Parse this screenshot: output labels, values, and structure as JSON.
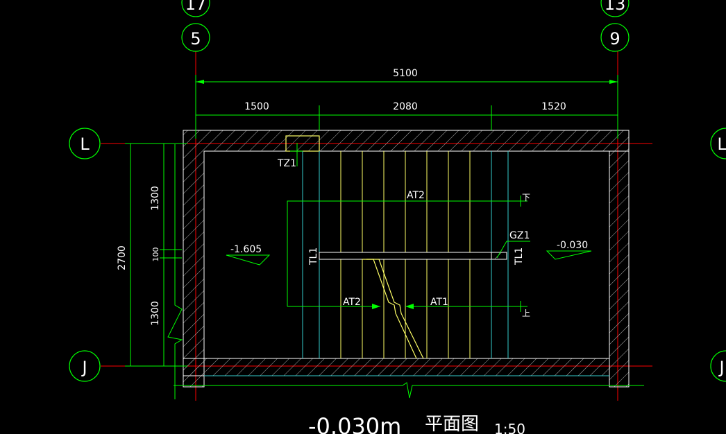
{
  "axes": {
    "top_left_partial": "17",
    "top_left": "5",
    "top_right_partial": "13",
    "top_right": "9",
    "left_top": "L",
    "left_bottom": "J",
    "right_top": "L",
    "right_bottom": "J"
  },
  "dimensions": {
    "overall": "5100",
    "seg1": "1500",
    "seg2": "2080",
    "seg3": "1520",
    "vertical_total": "2700",
    "vertical_top": "1300",
    "vertical_mid": "100",
    "vertical_bottom": "1300"
  },
  "labels": {
    "tz1": "TZ1",
    "at2_upper": "AT2",
    "at2_lower": "AT2",
    "at1": "AT1",
    "gz1": "GZ1",
    "tl1_left": "TL1",
    "tl1_right": "TL1",
    "down": "下",
    "up": "上"
  },
  "elevations": {
    "left_landing": "-1.605",
    "right_floor": "-0.030"
  },
  "title": {
    "elevation": "-0.030m",
    "name": "平面图",
    "scale": "1:50"
  },
  "colors": {
    "background": "#000000",
    "dimension": "#00ff00",
    "axis_line": "#ff0000",
    "wall": "#ffffff",
    "hatch": "#b0b0b0",
    "stair_tread": "#ffff66",
    "stair_edge": "#33cccc",
    "text": "#ffffff"
  }
}
